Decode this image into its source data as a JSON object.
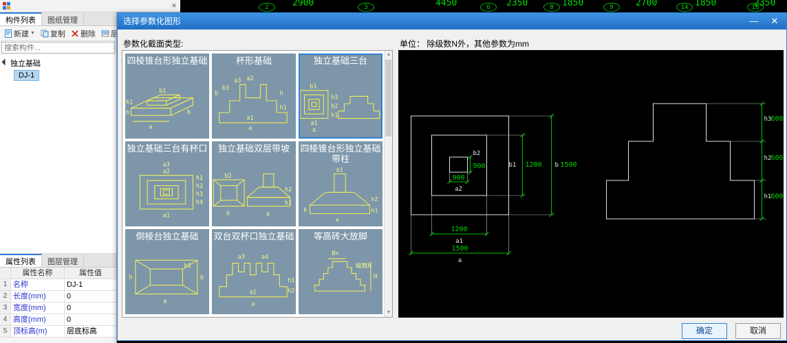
{
  "top_strip": {
    "close_icon": "×",
    "dims": [
      "2900",
      "4450",
      "2350",
      "1850",
      "2700",
      "1850",
      "2350"
    ],
    "bubbles": [
      "2",
      "3",
      "6",
      "8",
      "9",
      "14",
      "16"
    ]
  },
  "sidebar": {
    "tabs": [
      "构件列表",
      "图纸管理"
    ],
    "toolbar": {
      "new_label": "新建",
      "copy_label": "复制",
      "delete_label": "删除",
      "layer_label": "层"
    },
    "search_placeholder": "搜索构件...",
    "tree_group": "独立基础",
    "tree_item": "DJ-1",
    "lower_tabs": [
      "属性列表",
      "图层管理"
    ],
    "prop_table": {
      "headers": [
        "属性名称",
        "属性值"
      ],
      "rows": [
        {
          "no": "1",
          "name": "名称",
          "value": "DJ-1"
        },
        {
          "no": "2",
          "name": "长度(mm)",
          "value": "0"
        },
        {
          "no": "3",
          "name": "宽度(mm)",
          "value": "0"
        },
        {
          "no": "4",
          "name": "高度(mm)",
          "value": "0"
        },
        {
          "no": "5",
          "name": "顶标高(m)",
          "value": "层底标高"
        }
      ]
    }
  },
  "dialog": {
    "title": "选择参数化图形",
    "minimize_icon": "—",
    "close_icon": "✕",
    "section_label": "参数化截面类型:",
    "units_label": "单位： 除级数N外，其他参数为mm",
    "ok_label": "确定",
    "cancel_label": "取消",
    "accent_color": "#2f7fd6",
    "cards": [
      {
        "title": "四棱锥台形独立基础",
        "labels": [
          "b1",
          "h1",
          "h",
          "a",
          "b"
        ]
      },
      {
        "title": "杯形基础",
        "labels": [
          "a2",
          "a3",
          "b",
          "b3",
          "h",
          "h1",
          "a1",
          "a"
        ]
      },
      {
        "title": "独立基础三台",
        "selected": true,
        "labels": [
          "b1",
          "a1",
          "a",
          "h3",
          "h2",
          "h1"
        ]
      },
      {
        "title": "独立基础三台有杯口",
        "labels": [
          "a3",
          "a2",
          "a1",
          "h1",
          "h2",
          "h3",
          "h4"
        ]
      },
      {
        "title": "独立基础双层带坡",
        "labels": [
          "b2",
          "b",
          "h2",
          "h1",
          "a"
        ]
      },
      {
        "title": "四棱锥台形独立基础带柱",
        "labels": [
          "b1",
          "h2",
          "h1",
          "a",
          "b"
        ]
      },
      {
        "title": "倒棱台独立基础",
        "labels": [
          "b1",
          "b",
          "h",
          "a"
        ]
      },
      {
        "title": "双台双杯口独立基础",
        "labels": [
          "a3",
          "a4",
          "h1",
          "h2",
          "a1",
          "a"
        ]
      },
      {
        "title": "等高砖大放脚",
        "labels": [
          "B=",
          "级数N",
          "H"
        ]
      }
    ],
    "preview": {
      "plan": {
        "b2_name": "b2",
        "b2_val": "900",
        "a2_name": "a2",
        "a2_val": "900",
        "b1_name": "b1",
        "b1_val": "1200",
        "b_name": "b",
        "b_val": "1500",
        "a1_name": "a1",
        "a1_val": "1200",
        "a_name": "a",
        "a_val": "1500"
      },
      "elev": {
        "h3_name": "h3",
        "h3_val": "600",
        "h2_name": "h2",
        "h2_val": "600",
        "h1_name": "h1",
        "h1_val": "600"
      }
    }
  }
}
